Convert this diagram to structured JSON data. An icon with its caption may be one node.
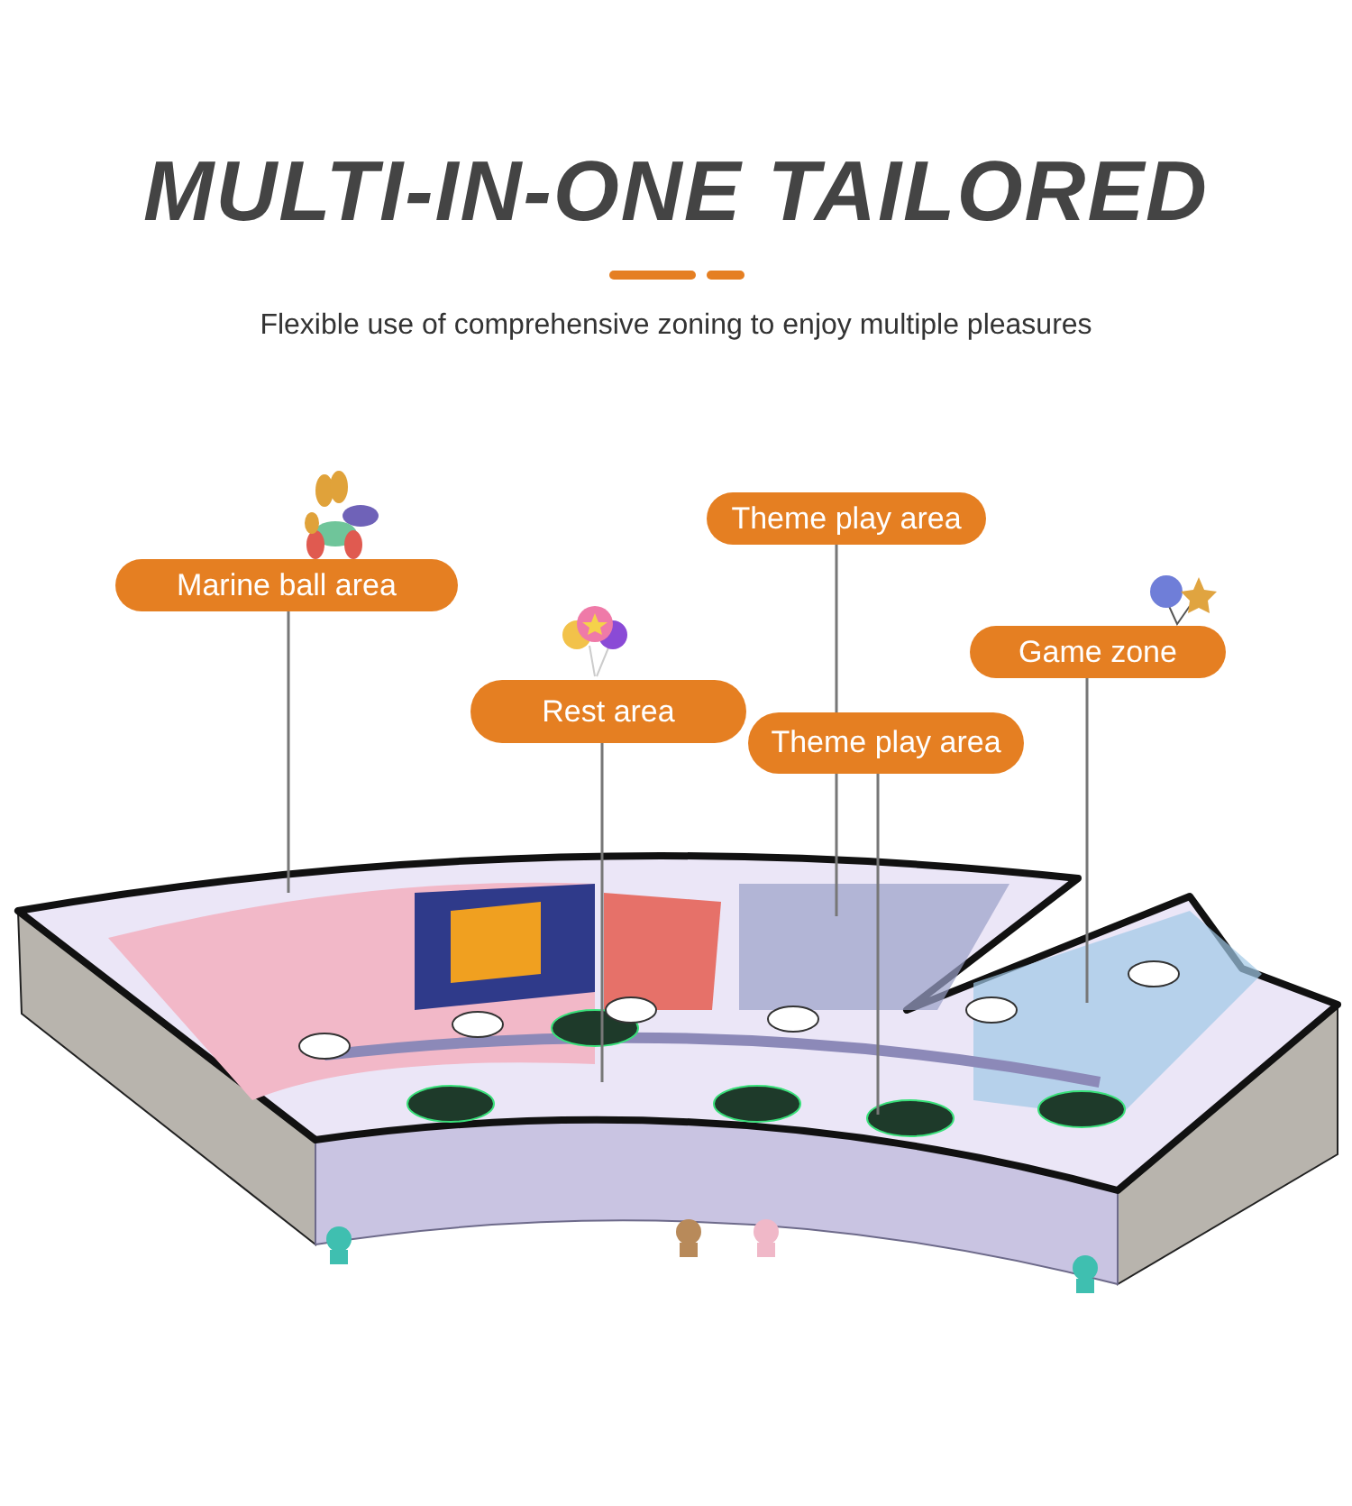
{
  "diagram": {
    "title": "MULTI-IN-ONE TAILORED",
    "caption": "Flexible use of comprehensive zoning to enjoy multiple pleasures",
    "nodes": [
      {
        "text": [
          "Theme play area"
        ]
      },
      {
        "text": [
          "Marine ball area"
        ]
      },
      {
        "text": [
          "Game zone"
        ]
      },
      {
        "text": [
          "Rest area"
        ]
      },
      {
        "text": [
          "Theme play area"
        ]
      }
    ],
    "edges": [
      {
        "from": 0,
        "to": null,
        "arrow": "none"
      },
      {
        "from": 1,
        "to": null,
        "arrow": "none"
      },
      {
        "from": 2,
        "to": null,
        "arrow": "none"
      },
      {
        "from": 3,
        "to": null,
        "arrow": "none"
      },
      {
        "from": 4,
        "to": null,
        "arrow": "none"
      }
    ]
  }
}
